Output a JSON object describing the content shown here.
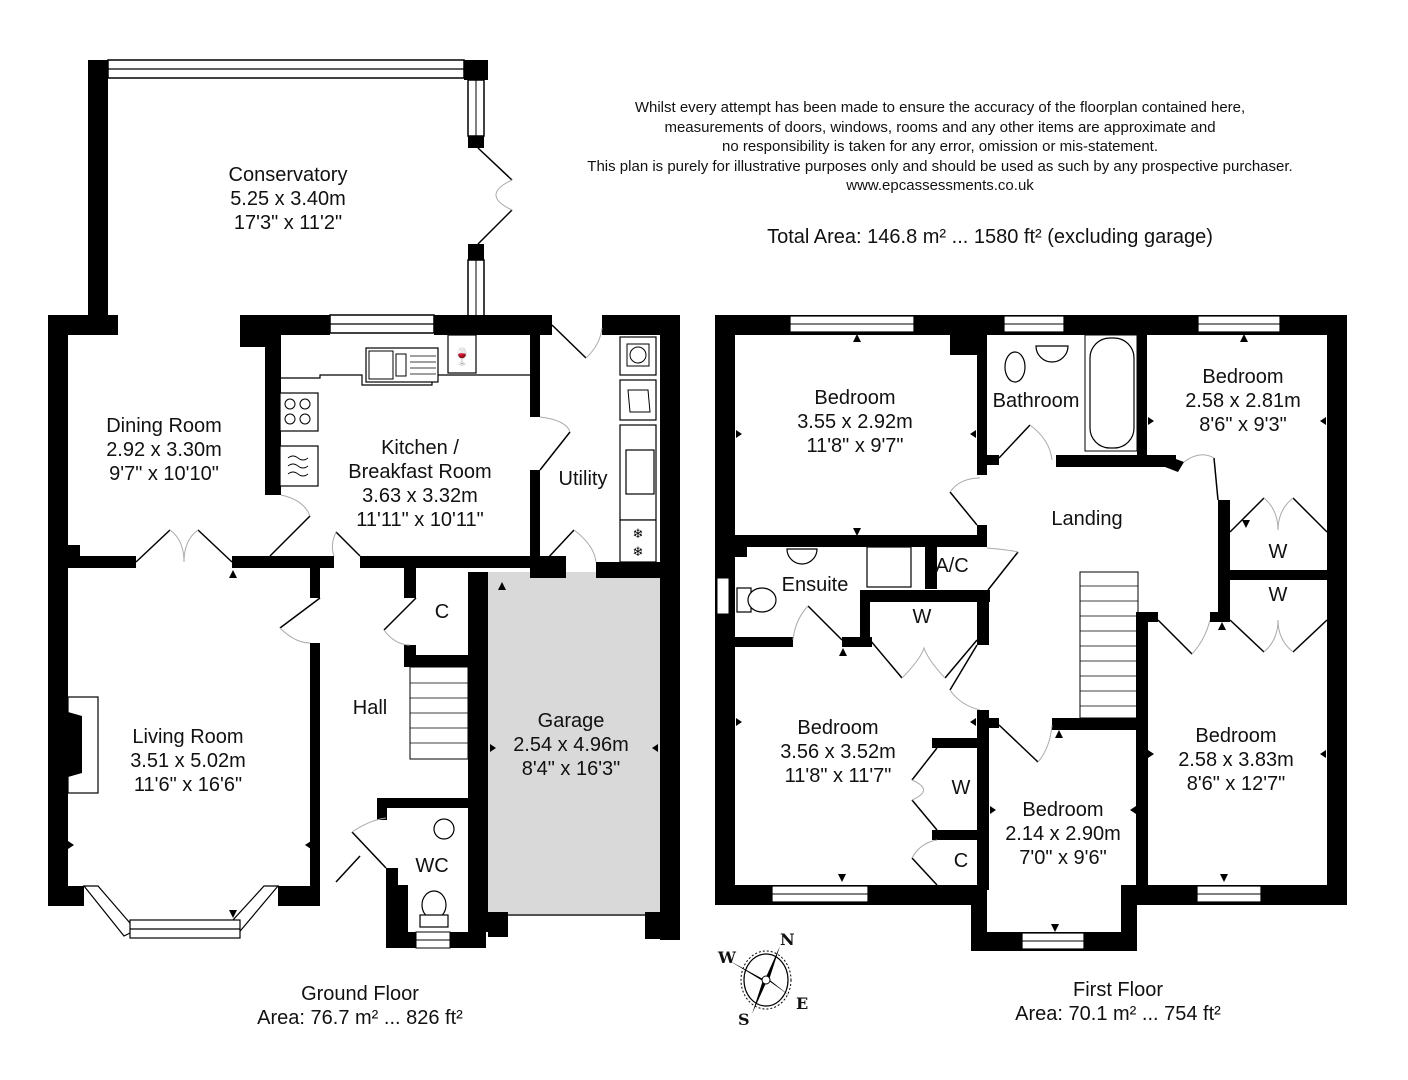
{
  "disclaimer": {
    "lines": [
      "Whilst every attempt has been made to ensure the accuracy of the floorplan contained here,",
      "measurements of doors, windows, rooms and any other items are approximate and",
      "no responsibility is taken for any error, omission or mis-statement.",
      "This plan is purely for illustrative purposes only and should be used as such by any prospective purchaser.",
      "www.epcassessments.co.uk"
    ]
  },
  "total_area": "Total Area: 146.8 m² ... 1580 ft² (excluding garage)",
  "ground_floor": {
    "title": "Ground Floor",
    "area": "Area: 76.7 m² ... 826 ft²",
    "rooms": [
      {
        "name": "Conservatory",
        "metric": "5.25 x 3.40m",
        "imperial": "17'3\" x 11'2\""
      },
      {
        "name": "Dining Room",
        "metric": "2.92 x 3.30m",
        "imperial": "9'7\" x 10'10\""
      },
      {
        "name": "Kitchen /",
        "name2": "Breakfast Room",
        "metric": "3.63 x 3.32m",
        "imperial": "11'11\" x 10'11\""
      },
      {
        "name": "Utility"
      },
      {
        "name": "Living Room",
        "metric": "3.51 x 5.02m",
        "imperial": "11'6\" x 16'6\""
      },
      {
        "name": "Hall"
      },
      {
        "name": "C"
      },
      {
        "name": "WC"
      },
      {
        "name": "Garage",
        "metric": "2.54 x 4.96m",
        "imperial": "8'4\" x 16'3\""
      }
    ]
  },
  "first_floor": {
    "title": "First Floor",
    "area": "Area: 70.1 m² ... 754 ft²",
    "rooms": [
      {
        "name": "Bedroom",
        "metric": "3.55 x 2.92m",
        "imperial": "11'8\" x 9'7\""
      },
      {
        "name": "Bathroom"
      },
      {
        "name": "Bedroom",
        "metric": "2.58 x 2.81m",
        "imperial": "8'6\" x 9'3\""
      },
      {
        "name": "Landing"
      },
      {
        "name": "Ensuite"
      },
      {
        "name": "A/C"
      },
      {
        "name": "W"
      },
      {
        "name": "W"
      },
      {
        "name": "W"
      },
      {
        "name": "Bedroom",
        "metric": "3.56 x 3.52m",
        "imperial": "11'8\" x 11'7\""
      },
      {
        "name": "W"
      },
      {
        "name": "C"
      },
      {
        "name": "Bedroom",
        "metric": "2.14 x 2.90m",
        "imperial": "7'0\" x 9'6\""
      },
      {
        "name": "Bedroom",
        "metric": "2.58 x 3.83m",
        "imperial": "8'6\" x 12'7\""
      }
    ]
  },
  "compass": {
    "n": "N",
    "e": "E",
    "s": "S",
    "w": "W",
    "icon": "compass-rose-icon"
  },
  "colors": {
    "wall": "#000000",
    "garage_fill": "#d9d9d9",
    "background": "#ffffff",
    "door_arc": "#aaaaaa"
  }
}
